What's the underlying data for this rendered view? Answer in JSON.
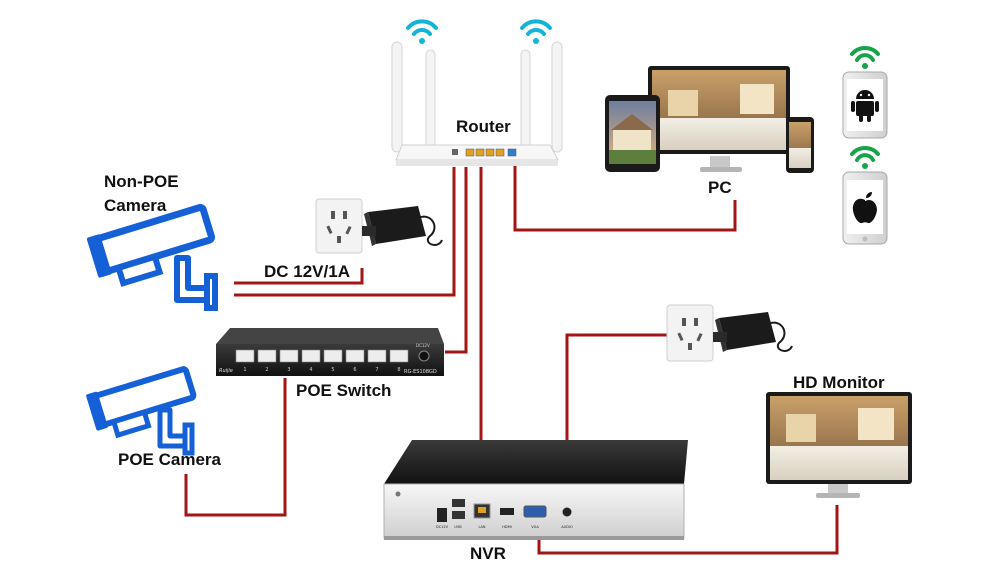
{
  "labels": {
    "router": "Router",
    "pc": "PC",
    "non_poe_camera": [
      "Non-POE",
      "Camera"
    ],
    "dc_power": "DC 12V/1A",
    "poe_switch": "POE Switch",
    "poe_camera": "POE Camera",
    "hd_monitor": "HD Monitor",
    "nvr": "NVR"
  },
  "device_text": {
    "switch_brand": "Ruijie",
    "switch_model": "RG-ES108GD",
    "switch_power_tag": "DC12V",
    "nvr_port_tags": [
      "DC12V",
      "USB",
      "LAN",
      "HDMI",
      "VGA",
      "AUDIO"
    ]
  },
  "port_numbers": [
    "1",
    "2",
    "3",
    "4",
    "5",
    "6",
    "7",
    "8"
  ],
  "icons": {
    "camera_non_poe": "cctv-camera-icon",
    "camera_poe": "cctv-camera-icon",
    "router": "wifi-router-icon",
    "wifi": "wifi-icon",
    "wall_socket": "power-socket-icon",
    "power_adapter": "power-adapter-icon",
    "phone_android": "android-phone-icon",
    "phone_ios": "apple-phone-icon"
  },
  "colors": {
    "cable": "#a31515",
    "camera_blue": "#1560d6",
    "wifi_green": "#16a34a",
    "wifi_cyan": "#12b5d8",
    "device_dark": "#222222"
  }
}
